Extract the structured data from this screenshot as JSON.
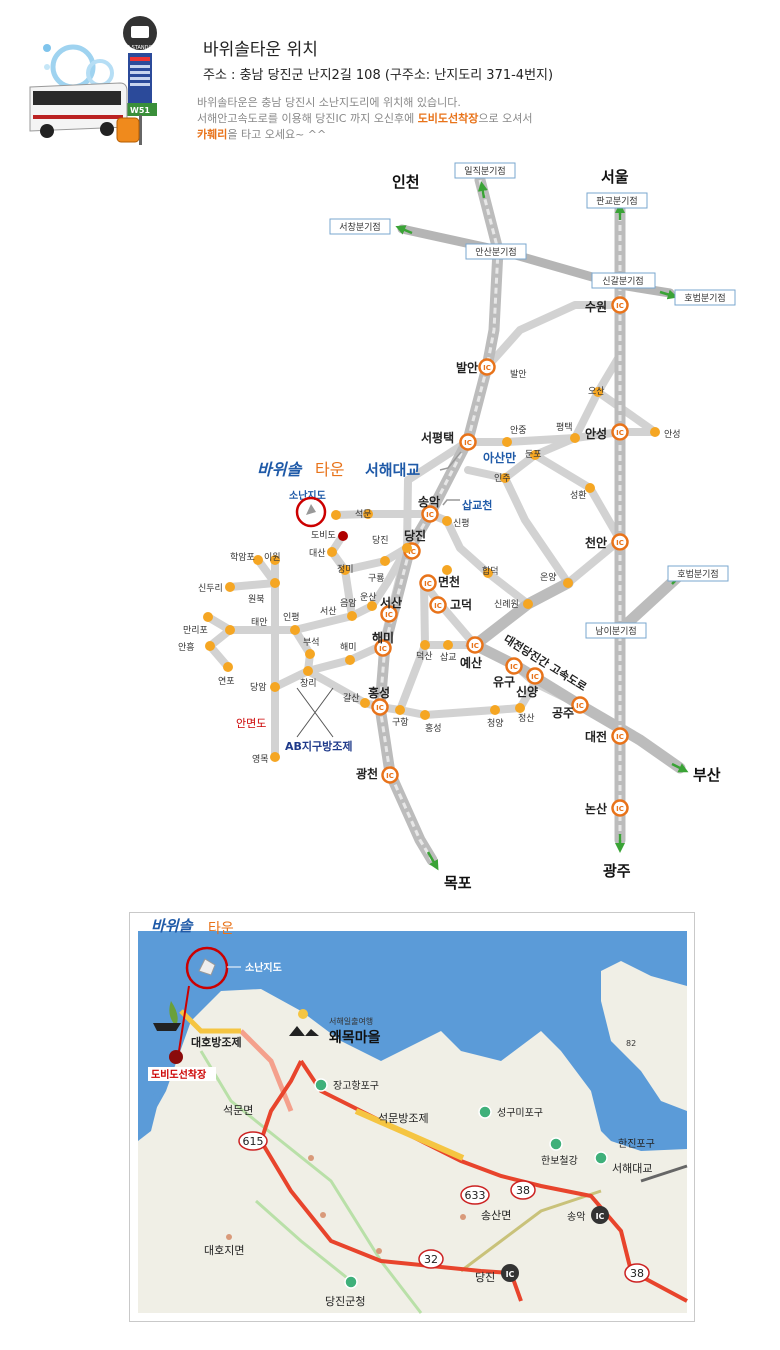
{
  "header": {
    "title": "바위솔타운 위치",
    "address": "주소 : 충남 당진군 난지2길 108 (구주소: 난지도리 371-4번지)",
    "desc_line1": "바위솔타운은 충남 당진시 소난지도리에 위치해 있습니다.",
    "desc_line2_pre": "서해안고속도로를 이용해 당진IC 까지 오신후에 ",
    "desc_line2_highlight": "도비도선착장",
    "desc_line2_post": "으로 오셔서",
    "desc_line3_highlight": "카훼리",
    "desc_line3_post": "을 타고 오세요~ ^^",
    "badge_text": "NO STANDING",
    "bus_sign": "W51"
  },
  "map1": {
    "cities": [
      "인천",
      "서울",
      "목포",
      "광주",
      "부산"
    ],
    "branch_boxes": [
      "일직분기점",
      "판교분기점",
      "서창분기점",
      "안산분기점",
      "신갈분기점",
      "호법분기점",
      "호법분기점",
      "남이분기점"
    ],
    "ic_labels": [
      "수원",
      "발안",
      "서평택",
      "안성",
      "송악",
      "당진",
      "면천",
      "고덕",
      "서산",
      "해미",
      "예산",
      "유구",
      "신양",
      "공주",
      "홍성",
      "광천",
      "천안",
      "대전",
      "논산"
    ],
    "small_labels": [
      "발안",
      "오산",
      "안중",
      "평택",
      "안성",
      "둔포",
      "인주",
      "성환",
      "석문",
      "신평",
      "도비도",
      "대산",
      "당진",
      "정미",
      "구룡",
      "합덕",
      "운산",
      "음암",
      "신례원",
      "온양",
      "서산",
      "인평",
      "부석",
      "해미",
      "덕산",
      "삽교",
      "창리",
      "갈산",
      "구항",
      "홍성",
      "청양",
      "정산",
      "학암포",
      "이원",
      "신두리",
      "원북",
      "만리포",
      "태안",
      "안흥",
      "연포",
      "당암",
      "영목"
    ],
    "island_title_a": "바위솔",
    "island_title_b": "타운",
    "island_name": "소난지도",
    "bridge1": "서해대교",
    "bay": "아산만",
    "stream": "삽교천",
    "expressway": "대전당진간 고속도로",
    "andomyeon": "안면도",
    "ab_dam": "AB지구방조제",
    "colors": {
      "road": "#cfcfcf",
      "node": "#f5a623",
      "ic_ring": "#e8731a",
      "red": "#cc0000",
      "blue": "#1f5aa8"
    }
  },
  "map2": {
    "title_a": "바위솔",
    "title_b": "타운",
    "island": "소난지도",
    "dam1": "대호방조제",
    "port": "도비도선착장",
    "village_sub": "서해일출여행",
    "village": "왜목마을",
    "places": [
      "장고항포구",
      "석문면",
      "석문방조제",
      "성구미포구",
      "한보철강",
      "한진포구",
      "서해대교",
      "송산면",
      "송악",
      "대호지면",
      "당진",
      "당진군청"
    ],
    "route_numbers": [
      "615",
      "633",
      "38",
      "32",
      "38",
      "82"
    ],
    "ic": "IC",
    "colors": {
      "sea": "#5b9bd8",
      "land": "#f0efe6",
      "road": "#e8442c"
    }
  }
}
